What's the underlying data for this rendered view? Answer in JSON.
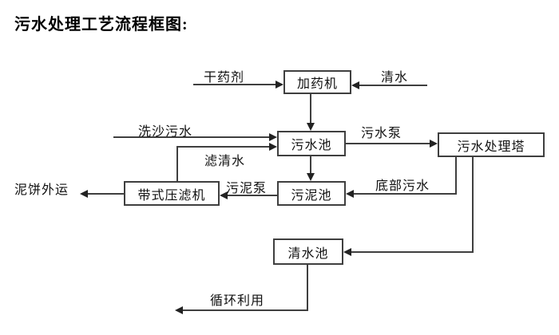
{
  "title": "污水处理工艺流程框图:",
  "diagram": {
    "nodes": {
      "dosing_machine": "加药机",
      "sewage_pool": "污水池",
      "treatment_tower": "污水处理塔",
      "sludge_pool": "污泥池",
      "belt_filter_press": "带式压滤机",
      "clean_water_pool": "清水池"
    },
    "flow_labels": {
      "dry_chemical": "干药剂",
      "clean_water": "清水",
      "sand_washing_sewage": "洗沙污水",
      "filtered_water": "滤清水",
      "sewage_pump": "污水泵",
      "bottom_sewage": "底部污水",
      "sludge_pump": "污泥泵",
      "mud_cake_outbound": "泥饼外运",
      "recycling": "循环利用"
    },
    "edges": [
      {
        "from": "dry_chemical_inlet",
        "to": "dosing_machine",
        "label": "干药剂",
        "direction": "right"
      },
      {
        "from": "clean_water_inlet",
        "to": "dosing_machine",
        "label": "清水",
        "direction": "left"
      },
      {
        "from": "dosing_machine",
        "to": "sewage_pool",
        "label": "",
        "direction": "down"
      },
      {
        "from": "sand_washing_sewage_inlet",
        "to": "sewage_pool",
        "label": "洗沙污水",
        "direction": "right"
      },
      {
        "from": "belt_filter_press",
        "to": "sewage_pool",
        "label": "滤清水",
        "direction": "up-right"
      },
      {
        "from": "sewage_pool",
        "to": "treatment_tower",
        "label": "污水泵",
        "direction": "right"
      },
      {
        "from": "sewage_pool",
        "to": "sludge_pool",
        "label": "",
        "direction": "down"
      },
      {
        "from": "treatment_tower",
        "to": "sludge_pool",
        "label": "底部污水",
        "direction": "down-left"
      },
      {
        "from": "sludge_pool",
        "to": "belt_filter_press",
        "label": "污泥泵",
        "direction": "left"
      },
      {
        "from": "belt_filter_press",
        "to": "mud_cake_outbound",
        "label": "泥饼外运",
        "direction": "left"
      },
      {
        "from": "treatment_tower",
        "to": "clean_water_pool",
        "label": "",
        "direction": "down-left"
      },
      {
        "from": "clean_water_pool",
        "to": "recycling",
        "label": "循环利用",
        "direction": "down-left"
      }
    ]
  },
  "colors": {
    "background": "#ffffff",
    "line": "#3f3f3f",
    "arrow": "#222222",
    "text": "#111111",
    "title": "#000000"
  }
}
